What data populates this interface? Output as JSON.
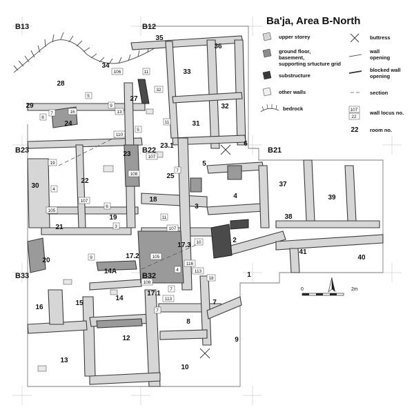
{
  "title": "Ba'ja, Area B-North",
  "grid_labels": {
    "b13": "B13",
    "b12": "B12",
    "b23": "B23",
    "b22": "B22",
    "b21": "B21",
    "b33": "B33",
    "b32": "B32"
  },
  "legend": {
    "upper_storey": "upper storey",
    "ground_floor_1": "ground floor,",
    "ground_floor_2": "basement,",
    "ground_floor_3": "supporting srtucture grid",
    "substructure": "substructure",
    "other_walls": "other walls",
    "bedrock": "bedrock",
    "buttress": "buttress",
    "wall_opening_1": "wall",
    "wall_opening_2": "opening",
    "blocked_1": "blocked wall",
    "blocked_2": "opening",
    "section": "section",
    "locus_sample_1": "107",
    "locus_sample_2": "22",
    "wall_locus": "wall locus no.",
    "room_sample": "22",
    "room_no": "room no."
  },
  "scale": {
    "start": "0",
    "end": "2m"
  },
  "rooms": {
    "r35": "35",
    "r36": "36",
    "r34": "34",
    "r33": "33",
    "r28": "28",
    "r27": "27",
    "r32": "32",
    "r29": "29",
    "r24": "24",
    "r31": "31",
    "r6": "6",
    "r23": "23",
    "r23_1": "23.1",
    "r22": "22",
    "r30": "30",
    "r25": "25",
    "r5": "5",
    "r37": "37",
    "r4": "4",
    "r39": "39",
    "r18": "18",
    "r38": "38",
    "r3": "3",
    "r21": "21",
    "r19": "19",
    "r2": "2",
    "r20": "20",
    "r17_3": "17.3",
    "r17_2": "17.2",
    "r41": "41",
    "r40": "40",
    "r14a": "14A",
    "r1": "1",
    "r16": "16",
    "r15": "15",
    "r14": "14",
    "r17_1": "17.1",
    "r7": "7",
    "r8": "8",
    "r12": "12",
    "r9": "9",
    "r13": "13",
    "r10": "10"
  },
  "loci": {
    "l106": "106",
    "l11a": "11",
    "l32": "32",
    "l5a": "5",
    "l16": "16",
    "l7a": "7",
    "l8a": "8",
    "l9a": "9",
    "l13a": "13",
    "l5b": "5",
    "l11b": "11",
    "l110": "110",
    "l19": "19",
    "l107a": "107",
    "l7b": "7",
    "l108": "108",
    "l4a": "4",
    "l107b": "107",
    "l105a": "105",
    "l6a": "6",
    "l3a": "3",
    "l11c": "11",
    "l107c": "107",
    "l10": "10",
    "l9b": "9",
    "l105b": "105",
    "l116": "116",
    "l4b": "4",
    "l113a": "113",
    "l108b": "108",
    "l7c": "7",
    "l113b": "113",
    "l18": "18",
    "l7d": "7"
  }
}
